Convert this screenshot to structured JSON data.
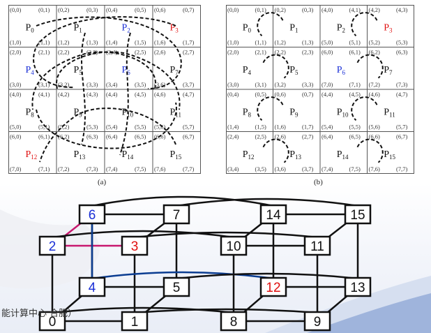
{
  "panel_a": {
    "caption": "(a)",
    "cells": [
      {
        "p": "P",
        "sub": "0",
        "color": "#111111",
        "coords": [
          "(0,0)",
          "(0,1)",
          "(1,0)",
          "(1,1)"
        ]
      },
      {
        "p": "P",
        "sub": "1",
        "color": "#111111",
        "coords": [
          "(0,2)",
          "(0,3)",
          "(1,2)",
          "(1,3)"
        ]
      },
      {
        "p": "P",
        "sub": "2",
        "color": "#1a2fd6",
        "coords": [
          "(0,4)",
          "(0,5)",
          "(1,4)",
          "(1,5)"
        ]
      },
      {
        "p": "P",
        "sub": "3",
        "color": "#e01010",
        "coords": [
          "(0,6)",
          "(0,7)",
          "(1,6)",
          "(1,7)"
        ]
      },
      {
        "p": "P",
        "sub": "4",
        "color": "#1a2fd6",
        "coords": [
          "(2,0)",
          "(2,1)",
          "(3,0)",
          "(3,1)"
        ]
      },
      {
        "p": "P",
        "sub": "5",
        "color": "#111111",
        "coords": [
          "(2,2)",
          "(2,3)",
          "(3,2)",
          "(3,3)"
        ]
      },
      {
        "p": "P",
        "sub": "6",
        "color": "#1a2fd6",
        "coords": [
          "(2,4)",
          "(2,5)",
          "(3,4)",
          "(3,5)"
        ]
      },
      {
        "p": "P",
        "sub": "7",
        "color": "#111111",
        "coords": [
          "(2,6)",
          "(2,7)",
          "(3,6)",
          "(3,7)"
        ]
      },
      {
        "p": "P",
        "sub": "8",
        "color": "#111111",
        "coords": [
          "(4,0)",
          "(4,1)",
          "(5,0)",
          "(5,1)"
        ]
      },
      {
        "p": "P",
        "sub": "9",
        "color": "#111111",
        "coords": [
          "(4,2)",
          "(4,3)",
          "(5,2)",
          "(5,3)"
        ]
      },
      {
        "p": "P",
        "sub": "10",
        "color": "#111111",
        "coords": [
          "(4,4)",
          "(4,5)",
          "(5,4)",
          "(5,5)"
        ]
      },
      {
        "p": "P",
        "sub": "11",
        "color": "#111111",
        "coords": [
          "(4,6)",
          "(4,7)",
          "(5,6)",
          "(5,7)"
        ]
      },
      {
        "p": "P",
        "sub": "12",
        "color": "#e01010",
        "coords": [
          "(6,0)",
          "(6,1)",
          "(7,0)",
          "(7,1)"
        ]
      },
      {
        "p": "P",
        "sub": "13",
        "color": "#111111",
        "coords": [
          "(6,2)",
          "(6,3)",
          "(7,2)",
          "(7,3)"
        ]
      },
      {
        "p": "P",
        "sub": "14",
        "color": "#111111",
        "coords": [
          "(6,4)",
          "(6,5)",
          "(7,4)",
          "(7,5)"
        ]
      },
      {
        "p": "P",
        "sub": "15",
        "color": "#111111",
        "coords": [
          "(6,6)",
          "(6,7)",
          "(7,6)",
          "(7,7)"
        ]
      }
    ]
  },
  "panel_b": {
    "caption": "(b)",
    "cells": [
      {
        "p": "P",
        "sub": "0",
        "color": "#111111",
        "coords": [
          "(0,0)",
          "(0,1)",
          "(1,0)",
          "(1,1)"
        ]
      },
      {
        "p": "P",
        "sub": "1",
        "color": "#111111",
        "coords": [
          "(0,2)",
          "(0,3)",
          "(1,2)",
          "(1,3)"
        ]
      },
      {
        "p": "P",
        "sub": "2",
        "color": "#111111",
        "coords": [
          "(4,0)",
          "(4,1)",
          "(5,0)",
          "(5,1)"
        ]
      },
      {
        "p": "P",
        "sub": "3",
        "color": "#e01010",
        "coords": [
          "(4,2)",
          "(4,3)",
          "(5,2)",
          "(5,3)"
        ]
      },
      {
        "p": "P",
        "sub": "4",
        "color": "#111111",
        "coords": [
          "(2,0)",
          "(2,1)",
          "(3,0)",
          "(3,1)"
        ]
      },
      {
        "p": "P",
        "sub": "5",
        "color": "#111111",
        "coords": [
          "(2,2)",
          "(2,3)",
          "(3,2)",
          "(3,3)"
        ]
      },
      {
        "p": "P",
        "sub": "6",
        "color": "#1a2fd6",
        "coords": [
          "(6,0)",
          "(6,1)",
          "(7,0)",
          "(7,1)"
        ]
      },
      {
        "p": "P",
        "sub": "7",
        "color": "#111111",
        "coords": [
          "(6,2)",
          "(6,3)",
          "(7,2)",
          "(7,3)"
        ]
      },
      {
        "p": "P",
        "sub": "8",
        "color": "#111111",
        "coords": [
          "(0,4)",
          "(0,5)",
          "(1,4)",
          "(1,5)"
        ]
      },
      {
        "p": "P",
        "sub": "9",
        "color": "#111111",
        "coords": [
          "(0,6)",
          "(0,7)",
          "(1,6)",
          "(1,7)"
        ]
      },
      {
        "p": "P",
        "sub": "10",
        "color": "#111111",
        "coords": [
          "(4,4)",
          "(4,5)",
          "(5,4)",
          "(5,5)"
        ]
      },
      {
        "p": "P",
        "sub": "11",
        "color": "#111111",
        "coords": [
          "(4,6)",
          "(4,7)",
          "(5,6)",
          "(5,7)"
        ]
      },
      {
        "p": "P",
        "sub": "12",
        "color": "#111111",
        "coords": [
          "(2,4)",
          "(2,5)",
          "(3,4)",
          "(3,5)"
        ]
      },
      {
        "p": "P",
        "sub": "13",
        "color": "#111111",
        "coords": [
          "(2,6)",
          "(2,7)",
          "(3,6)",
          "(3,7)"
        ]
      },
      {
        "p": "P",
        "sub": "14",
        "color": "#111111",
        "coords": [
          "(6,4)",
          "(6,5)",
          "(7,4)",
          "(7,5)"
        ]
      },
      {
        "p": "P",
        "sub": "15",
        "color": "#111111",
        "coords": [
          "(6,6)",
          "(6,7)",
          "(7,6)",
          "(7,7)"
        ]
      }
    ]
  },
  "hypercube": {
    "nodes": [
      {
        "id": "0",
        "color": "#111111"
      },
      {
        "id": "1",
        "color": "#111111"
      },
      {
        "id": "2",
        "color": "#1a2fd6"
      },
      {
        "id": "3",
        "color": "#e01010"
      },
      {
        "id": "4",
        "color": "#1a2fd6"
      },
      {
        "id": "5",
        "color": "#111111"
      },
      {
        "id": "6",
        "color": "#1a2fd6"
      },
      {
        "id": "7",
        "color": "#111111"
      },
      {
        "id": "8",
        "color": "#111111"
      },
      {
        "id": "9",
        "color": "#111111"
      },
      {
        "id": "10",
        "color": "#111111"
      },
      {
        "id": "11",
        "color": "#111111"
      },
      {
        "id": "12",
        "color": "#e01010"
      },
      {
        "id": "13",
        "color": "#111111"
      },
      {
        "id": "14",
        "color": "#111111"
      },
      {
        "id": "15",
        "color": "#111111"
      }
    ],
    "highlight_colors": {
      "magenta": "#c8186f",
      "blue": "#0b3d91"
    }
  },
  "footer_text": "能计算中心  合肥）"
}
